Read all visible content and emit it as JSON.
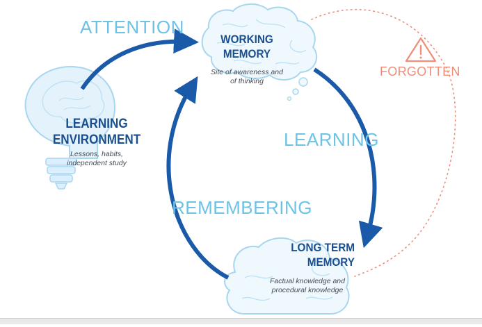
{
  "labels": {
    "attention": "ATTENTION",
    "learning": "LEARNING",
    "remembering": "REMEMBERING",
    "forgotten": "FORGOTTEN"
  },
  "nodes": {
    "working_memory": {
      "title_lines": [
        "WORKING",
        "MEMORY"
      ],
      "sub_lines": [
        "Site of awareness and",
        "of thinking"
      ]
    },
    "learning_environment": {
      "title_lines": [
        "LEARNING",
        "ENVIRONMENT"
      ],
      "sub_lines": [
        "Lessons, habits,",
        "independent study"
      ]
    },
    "long_term_memory": {
      "title_lines": [
        "LONG TERM",
        "MEMORY"
      ],
      "sub_lines": [
        "Factual knowledge and",
        "procedural knowledge"
      ]
    }
  },
  "icons": {
    "brain": "brain-icon",
    "lightbulb": "lightbulb-icon",
    "warning": "warning-icon"
  },
  "colors": {
    "arrow": "#1a5aa8",
    "title": "#1a4f8f",
    "cycle_label": "#6cc3e6",
    "forgotten": "#ef8d78",
    "icon_outline": "#a9d6ef",
    "icon_fill": "#e4f3fb"
  }
}
